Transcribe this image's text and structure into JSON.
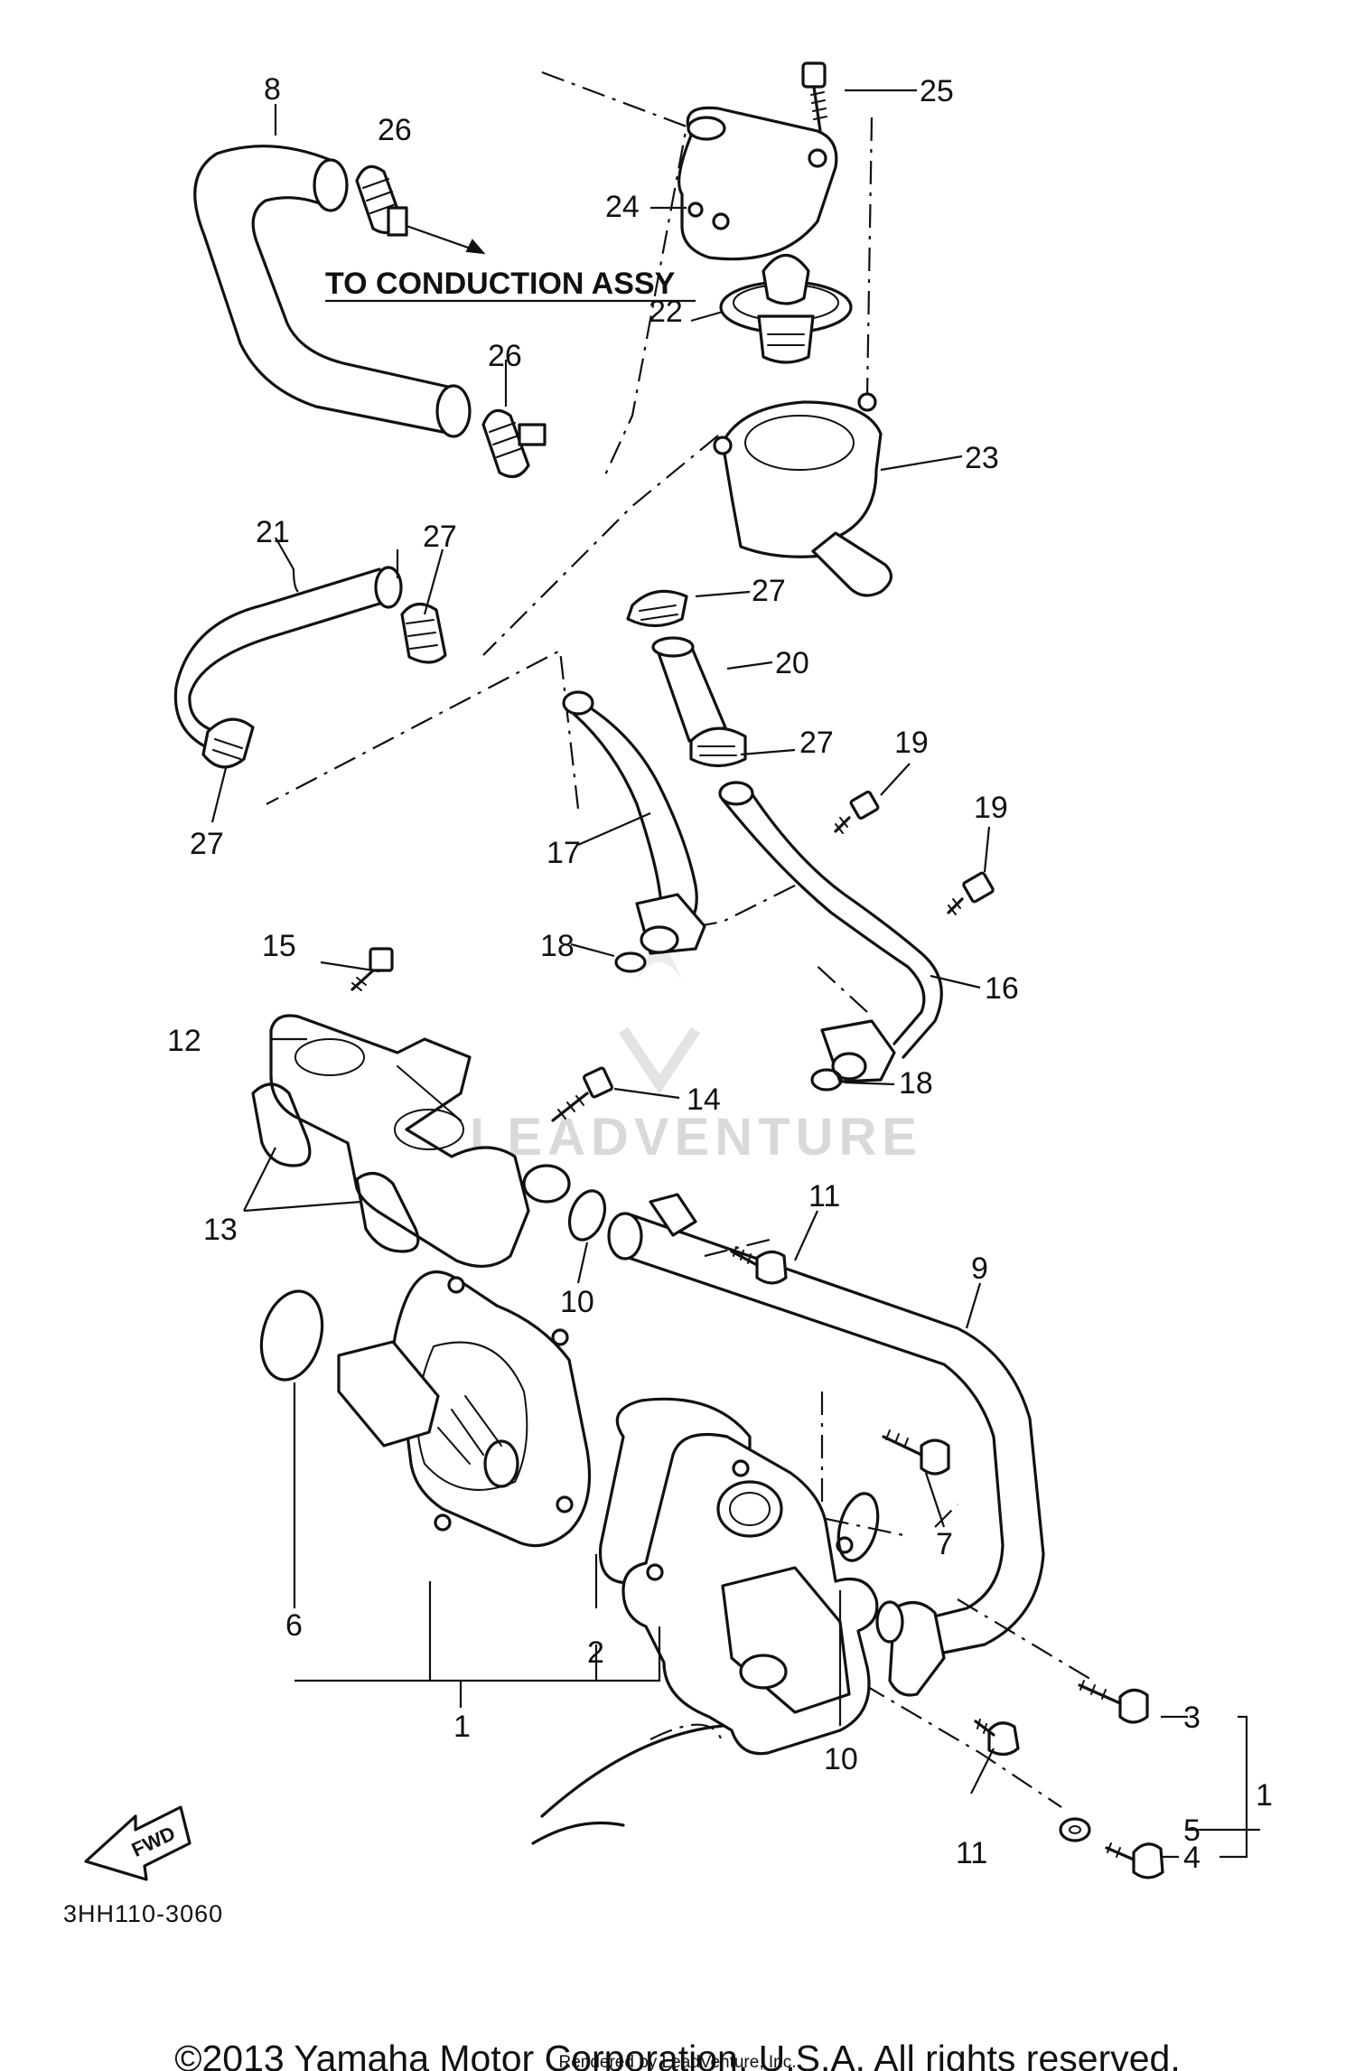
{
  "diagram_code": "3HH110-3060",
  "note": "TO CONDUCTION ASSY",
  "fwd_label": "FWD",
  "watermark": "LEADVENTURE",
  "copyright": "©2013 Yamaha Motor Corporation, U.S.A. All rights reserved.",
  "rendered_by": "Rendered by LeadVenture, Inc.",
  "callouts": {
    "c1a": "1",
    "c1b": "1",
    "c2": "2",
    "c3": "3",
    "c4": "4",
    "c5": "5",
    "c6": "6",
    "c7": "7",
    "c8": "8",
    "c9": "9",
    "c10a": "10",
    "c10b": "10",
    "c11a": "11",
    "c11b": "11",
    "c12": "12",
    "c13": "13",
    "c14": "14",
    "c15": "15",
    "c16": "16",
    "c17": "17",
    "c18a": "18",
    "c18b": "18",
    "c19a": "19",
    "c19b": "19",
    "c20": "20",
    "c21": "21",
    "c22": "22",
    "c23": "23",
    "c24": "24",
    "c25": "25",
    "c26a": "26",
    "c26b": "26",
    "c27a": "27",
    "c27b": "27",
    "c27c": "27",
    "c27d": "27"
  }
}
